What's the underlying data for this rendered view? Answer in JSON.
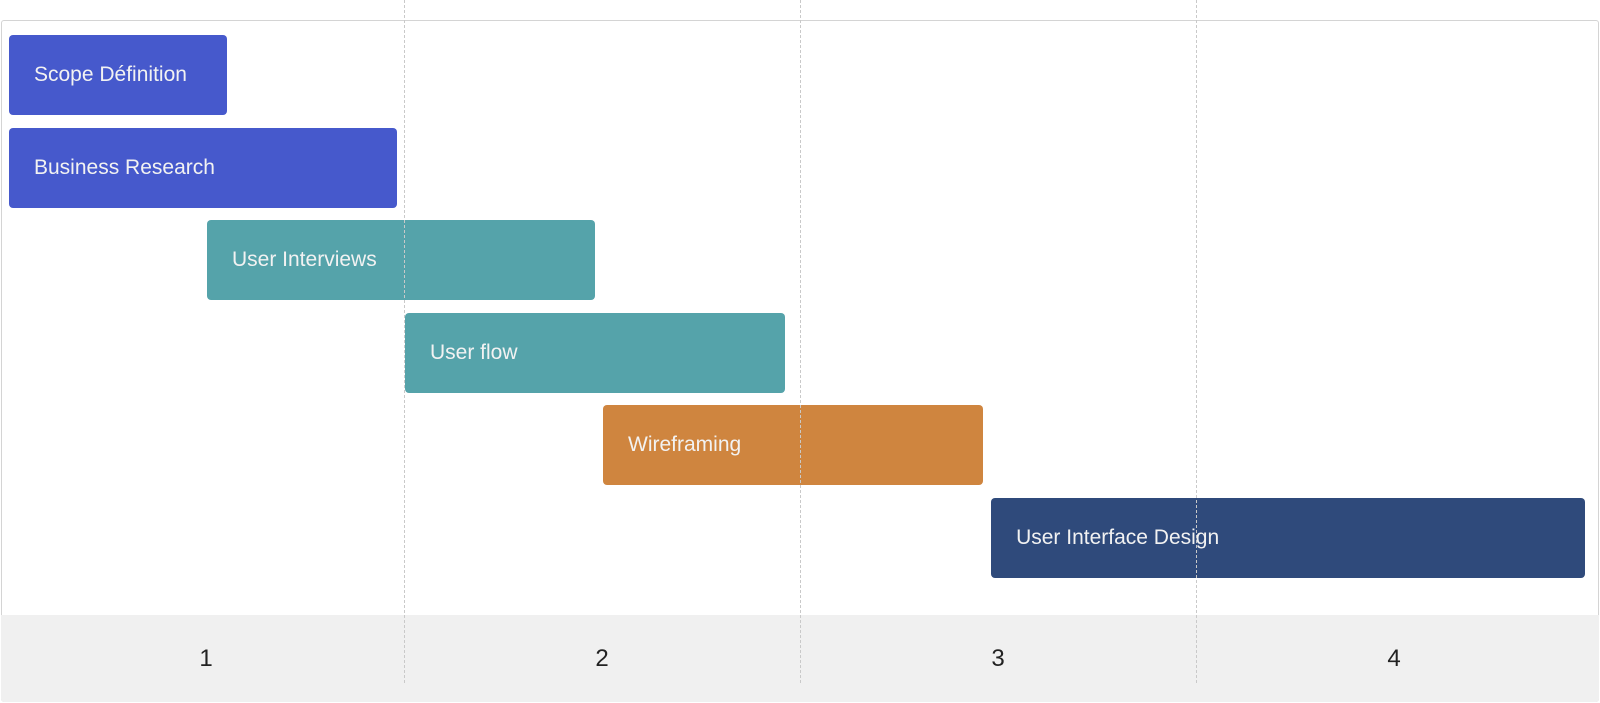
{
  "chart_data": {
    "type": "gantt",
    "x_ticks": [
      "1",
      "2",
      "3",
      "4"
    ],
    "x_range": [
      0.5,
      4.5
    ],
    "tasks": [
      {
        "label": "Scope Définition",
        "start": 0.5,
        "end": 1.05,
        "color": "#4659cc"
      },
      {
        "label": "Business Research",
        "start": 0.5,
        "end": 1.48,
        "color": "#4659cc"
      },
      {
        "label": "User Interviews",
        "start": 1.0,
        "end": 1.98,
        "color": "#55a3aa"
      },
      {
        "label": "User flow",
        "start": 1.5,
        "end": 2.46,
        "color": "#55a3aa"
      },
      {
        "label": "Wireframing",
        "start": 2.0,
        "end": 2.96,
        "color": "#cf853f"
      },
      {
        "label": "User Interface Design",
        "start": 2.98,
        "end": 4.48,
        "color": "#2f4a7b"
      }
    ],
    "grid": true,
    "gridline_positions": [
      1.5,
      2.5,
      3.5
    ]
  }
}
